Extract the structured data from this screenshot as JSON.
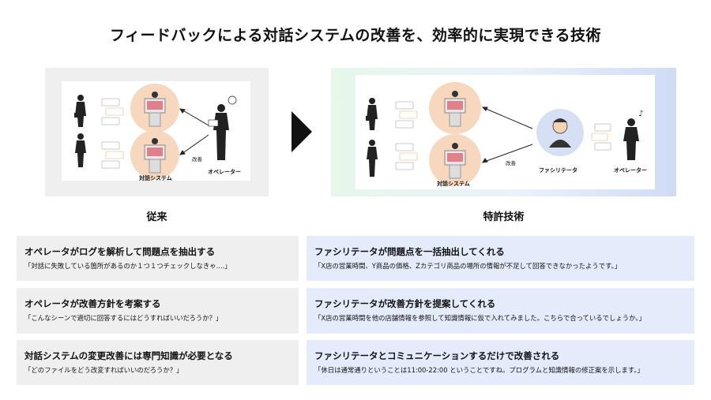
{
  "title": "フィードバックによる対話システムの改善を、効率的に実現できる技術",
  "left_diagram": {
    "system_label": "対話システム",
    "improve_label": "改善",
    "operator_label": "オペレーター"
  },
  "right_diagram": {
    "system_label": "対話システム",
    "improve_label": "改善",
    "facilitator_label": "ファシリテータ",
    "operator_label": "オペレーター"
  },
  "left_section_label": "従来",
  "right_section_label": "特許技術",
  "left_boxes": [
    {
      "head": "オペレータがログを解析して問題点を抽出する",
      "sub": "「対話に失敗している箇所があるのか１つ１つチェックしなきゃ....」"
    },
    {
      "head": "オペレータが改善方針を考案する",
      "sub": "「こんなシーンで適切に回答するにはどうすればいいだろうか？」"
    },
    {
      "head": "対話システムの変更改善には専門知識が必要となる",
      "sub": "「どのファイルをどう改変すればいいのだろうか？」"
    }
  ],
  "right_boxes": [
    {
      "head": "ファシリテータが問題点を一括抽出してくれる",
      "sub": "「X店の営業時間、Y商品の価格、Zカテゴリ商品の場所の情報が不足して回答できなかったようです。」"
    },
    {
      "head": "ファシリテータが改善方針を提案してくれる",
      "sub": "「X店の営業時間を他の店舗情報を参照して知識情報に仮で入れてみました。こちらで合っているでしょうか。」"
    },
    {
      "head": "ファシリテータとコミュニケーションするだけで改善される",
      "sub": "「休日は通常通りということは11:00-22:00 ということですね。プログラムと知識情報の修正案を示します。」"
    }
  ],
  "colors": {
    "circle_peach": "#f7d7bd",
    "circle_blue": "#d6e0f5",
    "box_gray": "#efefef",
    "box_blue": "#e4ecfb"
  }
}
